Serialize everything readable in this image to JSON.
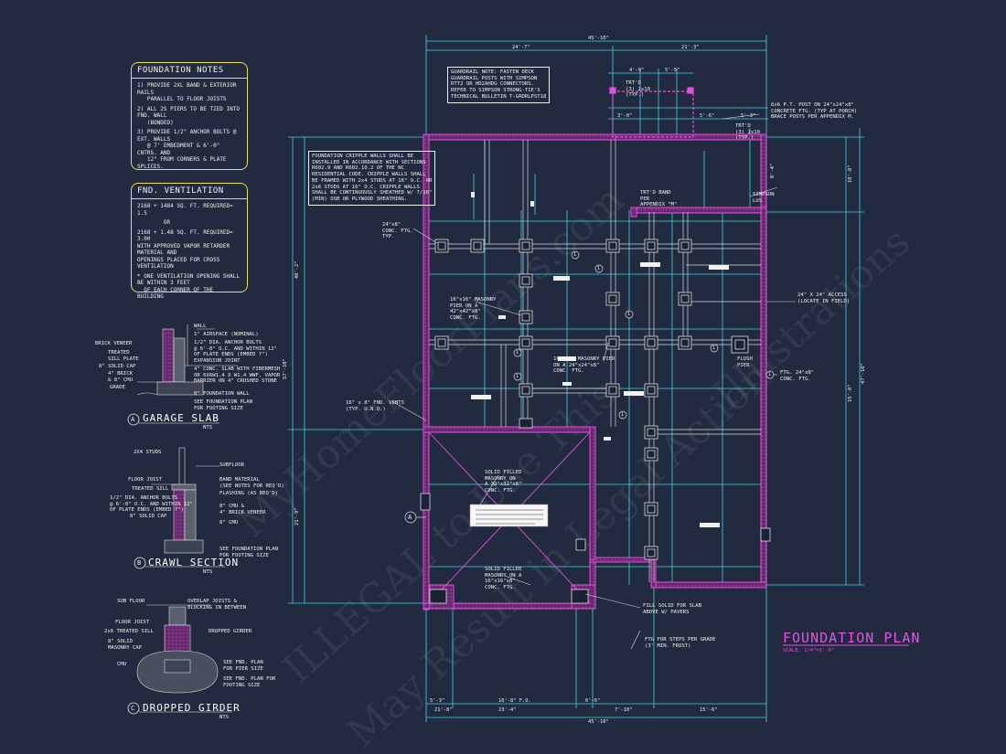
{
  "colors": {
    "background": "#222a3f",
    "wall": "#e44fe0",
    "dimension": "#3ad6e6",
    "note_border": "#e6e05a",
    "text": "#f0f0f0",
    "title": "#e84fe6"
  },
  "notes": {
    "foundation": {
      "title": "FOUNDATION NOTES",
      "lines": [
        "1) PROVIDE 2XL BAND & EXTERIOR RAILS\n   PARALLEL TO FLOOR JOISTS",
        "2) ALL 2S PIERS TO BE TIED INTO FND. WALL\n   (BONDED)",
        "3) PROVIDE 1/2\" ANCHOR BOLTS @ EXT. WALLS\n   @ 7' EMBEDMENT & 6'-0\" CNTRS. AND\n   12\" FROM CORNERS & PLATE SPLICES."
      ]
    },
    "ventilation": {
      "title": "FND. VENTILATION",
      "lines": [
        "2168 + 1484 SQ. FT. REQUIRED=\n1.5",
        "        OR",
        "2168 + 1.48 SQ. FT. REQUIRED=\n3.00\nWITH APPROVED VAPOR RETARDER MATERIAL AND\nOPENINGS PLACED FOR CROSS VENTILATION",
        "* ONE VENTILATION OPENING SHALL BE WITHIN 3 FEET\n  OF EACH CORNER OF THE BUILDING"
      ]
    }
  },
  "details": {
    "garage_slab": {
      "title": "GARAGE SLAB",
      "marker": "A",
      "scale": "NTS",
      "labels": [
        "WALL",
        "1\" AIRSPACE (NOMINAL)",
        "1/2\" DIA. ANCHOR BOLTS\n@ 6'-0\" O.C. AND WITHIN 12\"\nOF PLATE ENDS (EMBED 7\")",
        "EXPANSION JOINT",
        "4\" CONC. SLAB WITH FIBERMESH\nOR 6X6W1.4 X W1.4 WWF, VAPOR\nBARRIER ON 4\" CRUSHED STONE",
        "8\" FOUNDATION WALL",
        "SEE FOUNDATION PLAN\nFOR FOOTING SIZE",
        "BRICK VENEER",
        "TREATED\nSILL PLATE",
        "8\" SOLID CAP",
        "4\" BRICK\n& 8\" CMU",
        "GRADE"
      ]
    },
    "crawl_section": {
      "title": "CRAWL SECTION",
      "marker": "B",
      "scale": "NTS",
      "labels": [
        "2X4 STUDS",
        "SUBFLOOR",
        "FLOOR JOIST",
        "TREATED SILL",
        "1/2\" DIA. ANCHOR BOLTS\n@ 6'-0\" O.C. AND WITHIN 12\"\nOF PLATE ENDS (EMBED 7\")",
        "8\" SOLID CAP",
        "BAND MATERIAL\n(SEE NOTES FOR REQ'D)",
        "FLASHING (AS REQ'D)",
        "8\" CMU &\n4\" BRICK VENEER",
        "8\" CMU",
        "SEE FOUNDATION PLAN\nFOR FOOTING SIZE"
      ]
    },
    "dropped_girder": {
      "title": "DROPPED GIRDER",
      "marker": "C",
      "scale": "NTS",
      "labels": [
        "SUB FLOOR",
        "OVERLAP JOISTS &\nBLOCKING IN BETWEEN",
        "FLOOR JOIST",
        "2x6 TREATED SILL",
        "DROPPED GIRDER",
        "8\" SOLID\nMASONRY CAP",
        "CMU",
        "SEE FND. PLAN\nFOR PIER SIZE",
        "SEE FND. PLAN FOR\nFOOTING SIZE"
      ]
    }
  },
  "plan": {
    "title": "FOUNDATION PLAN",
    "scale": "SCALE: 1/4\"=1'-0\"",
    "notes": [
      "GUARDRAIL NOTE: FASTEN DECK\nGUARDRAIL POSTS WITH SIMPSON\nDTT2 OR HD2AHDG CONNECTORS.\nREFER TO SIMPSON STRONG-TIE'S\nTECHNICAL BULLETIN T-GRDRLPST18",
      "FOUNDATION CRIPPLE WALLS SHALL BE\nINSTALLED IN ACCORDANCE WITH SECTIONS\nR602.9 AND R602.10.2 OF THE NC\nRESIDENTIAL CODE. CRIPPLE WALLS SHALL\nBE FRAMED WITH 2x4 STUDS AT 16\" O.C. OR\n2x6 STUDS AT 16\" O.C. CRIPPLE WALLS\nSHALL BE CONTINUOUSLY SHEATHED W/ 7/16\"\n(MIN) OSB OR PLYWOOD SHEATHING.",
      "6x6 P.T. POST ON 24\"x24\"x8\"\nCONCRETE FTG. (TYP AT PORCH)\nBRACE POSTS PER APPENDIX M.",
      "16\" x 8\" FND. VENTS\n(TYP. U.N.O.)",
      "24\" X 24\" ACCESS\n(LOCATE IN FIELD)",
      "FTG. 24\"x8\"\nCONC. FTG.",
      "24\"x8\"\nCONC. FTG.\nTYP.",
      "16\"x16\" MASONRY\nPIER ON A\n42\"x42\"x8\"\nCONC. FTG.",
      "16\"x16\" MASONRY PIER\nON A 24\"x24\"x8\"\nCONC. FTG.",
      "SOLID FILLED\nMASONRY ON\nA 32\"x32\"x8\"\nCONC. FTG.",
      "SOLID FILLED\nMASONRY ON A\n16\"x16\"x8\"\nCONC. FTG.",
      "FILL SOLID FOR SLAB\nABOVE W/ PAVERS",
      "FTG FOR STEPS PER GRADE\n(3' MIN. FROST)",
      "TRT'D BAND\nPER\nAPPENDIX \"M\"",
      "SIMPSON\nLUS",
      "FLUSH\nPIER",
      "TRT'D\n(3) 2x10\n(TYP.)",
      "TRT'D\n(3) 2x10\n(TYP.)"
    ],
    "dimensions": {
      "top": [
        "45'-10\"",
        "24'-7\"",
        "21'-3\"",
        "4'-9\"",
        "5'-5\"",
        "3'-0\"",
        "5'-6\"",
        "5'-3\""
      ],
      "bottom": [
        "5'-3\"",
        "21'-8\"",
        "16'-8\" F.O.",
        "7'-10\"",
        "6'-6\"",
        "23'-4\"",
        "15'-6\"",
        "45'-10\""
      ],
      "left": [
        "40'-2\"",
        "57'-10\"",
        "21'-9\""
      ],
      "right": [
        "10'-8\"",
        "15'-0\"",
        "8'-4\"",
        "47'-10\""
      ]
    },
    "markers": [
      "A",
      "1",
      "1",
      "1",
      "1",
      "1",
      "1",
      "1",
      "1"
    ]
  },
  "watermark": [
    "MyHomeFloorPlans.com",
    "ILLEGAL to Use This",
    "May Result in Legal Action",
    "Illustrations"
  ]
}
